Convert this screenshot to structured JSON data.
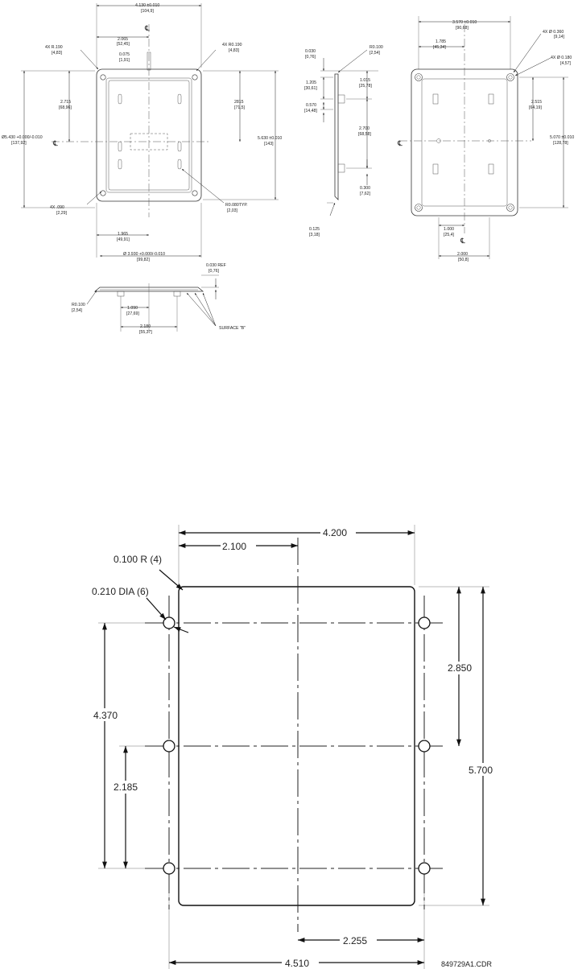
{
  "top_views": {
    "front": {
      "overall_width": "4.130 ±0.010",
      "overall_width_mm": "[104,9]",
      "half_width": "2.065",
      "half_width_mm": "[52,45]",
      "slot_width": "0.075",
      "slot_width_mm": "[1,91]",
      "corner_r_left": "4X R.190",
      "corner_r_left_mm": "[4,83]",
      "corner_r_right": "4X R0.190",
      "corner_r_right_mm": "[4,83]",
      "upper_offset": "2.715",
      "upper_offset_mm": "[68,96]",
      "upper_offset_right": "2815",
      "upper_offset_right_mm": "[71,5]",
      "overall_height_left": "Ø5.430 +0.000/-0.010",
      "overall_height_left_mm": "[137,92]",
      "overall_height_right": "5.630 ±0.010",
      "overall_height_right_mm": "[143]",
      "corner_dia": "4X .090",
      "corner_dia_mm": "[2,29]",
      "center_offset": "1.965",
      "center_offset_mm": "[49,91]",
      "radius_typ": "R0.080TYP.",
      "radius_typ_mm": "[2,03]",
      "bottom_width": "Ø 3.930 +0.000/-0.010",
      "bottom_width_mm": "[99,82]"
    },
    "side": {
      "thickness": "0.030",
      "thickness_mm": "[0,76]",
      "r_top": "R0.100",
      "r_top_mm": "[2,54]",
      "d1": "1.205",
      "d1_mm": "[30,61]",
      "d2": "1.015",
      "d2_mm": "[25,78]",
      "d3": "0.570",
      "d3_mm": "[14,48]",
      "d4": "2.700",
      "d4_mm": "[68,58]",
      "d5": "0.300",
      "d5_mm": "[7,62]",
      "d6": "0.125",
      "d6_mm": "[3,18]"
    },
    "back": {
      "overall_width": "3.570 ±0.010",
      "overall_width_mm": "[90,68]",
      "half_width": "1.785",
      "half_width_mm": "[45,34]",
      "hole_dia": "4X Ø 0.360",
      "hole_dia_mm": "[9,14]",
      "hole_dia2": "4X Ø 0.180",
      "hole_dia2_mm": "[4,57]",
      "upper_offset": "2.515",
      "upper_offset_mm": "[64,19]",
      "overall_height": "5.070 ±0.010",
      "overall_height_mm": "[128,78]",
      "center_offset": "1.000",
      "center_offset_mm": "[25,4]",
      "hole_spacing": "2.000",
      "hole_spacing_mm": "[50,8]"
    },
    "profile": {
      "ref_thickness": "0.030 REF",
      "ref_thickness_mm": "[0,76]",
      "r_left": "R0.100",
      "r_left_mm": "[2,54]",
      "d1": "1.090",
      "d1_mm": "[27,69]",
      "d2": "2.180",
      "d2_mm": "[55,37]",
      "surface_label": "SURFACE \"B\""
    }
  },
  "cutout": {
    "width": "4.200",
    "half_width": "2.100",
    "corner_radius": "0.100 R (4)",
    "hole_dia": "0.210 DIA (6)",
    "hole_spacing_v": "4.370",
    "half_hole_spacing_v": "2.185",
    "upper_offset": "2.850",
    "height": "5.700",
    "bottom_half": "2.255",
    "bottom_width": "4.510",
    "drawing_number": "849729A1.CDR"
  }
}
